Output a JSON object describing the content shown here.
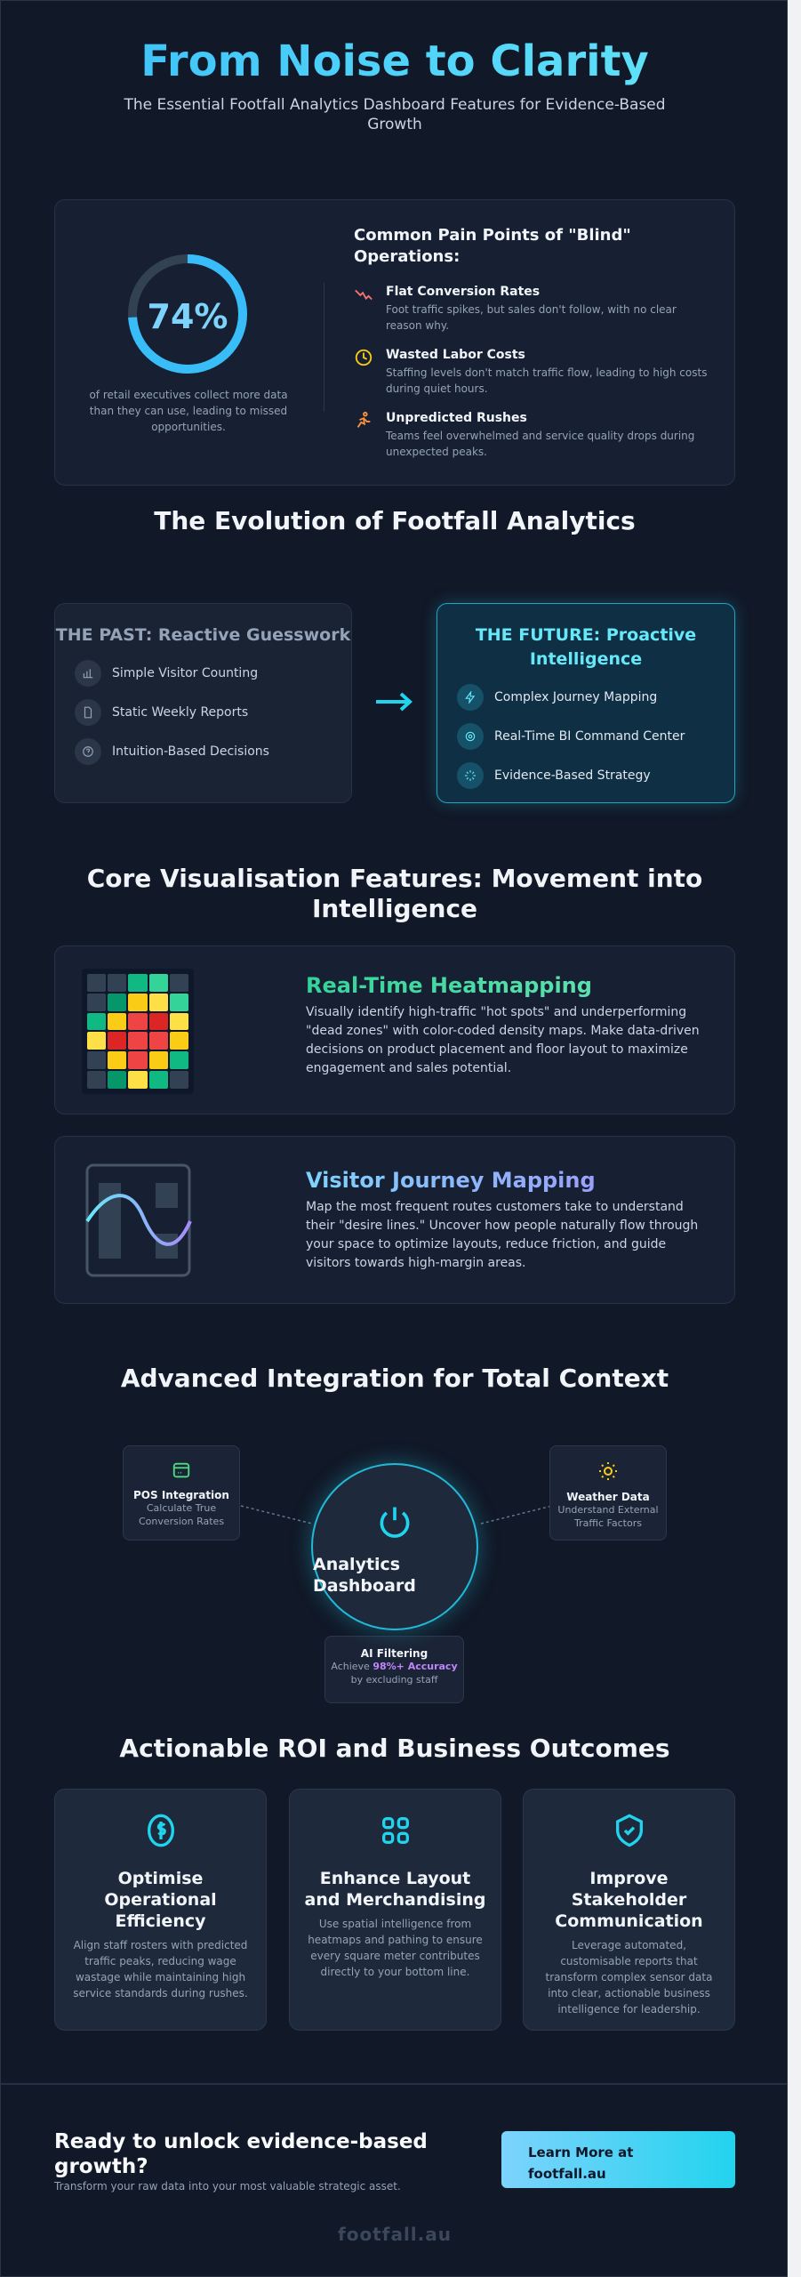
{
  "header": {
    "title": "From Noise to Clarity",
    "subtitle": "The Essential Footfall Analytics Dashboard Features for Evidence-Based Growth"
  },
  "pain": {
    "stat_value": 74,
    "stat_label": "74%",
    "stat_caption": "of retail executives collect more data than they can use, leading to missed opportunities.",
    "heading": "Common Pain Points of \"Blind\" Operations:",
    "items": [
      {
        "icon": "trending-down-icon",
        "color": "#f87171",
        "title": "Flat Conversion Rates",
        "desc": "Foot traffic spikes, but sales don't follow, with no clear reason why."
      },
      {
        "icon": "clock-icon",
        "color": "#facc15",
        "title": "Wasted Labor Costs",
        "desc": "Staffing levels don't match traffic flow, leading to high costs during quiet hours."
      },
      {
        "icon": "running-person-icon",
        "color": "#fb923c",
        "title": "Unpredicted Rushes",
        "desc": "Teams feel overwhelmed and service quality drops during unexpected peaks."
      }
    ]
  },
  "evolution": {
    "title": "The Evolution of Footfall Analytics",
    "past": {
      "title": "THE PAST: Reactive Guesswork",
      "items": [
        "Simple Visitor Counting",
        "Static Weekly Reports",
        "Intuition-Based Decisions"
      ]
    },
    "future": {
      "title": "THE FUTURE: Proactive Intelligence",
      "items": [
        "Complex Journey Mapping",
        "Real-Time BI Command Center",
        "Evidence-Based Strategy"
      ]
    }
  },
  "features": {
    "title": "Core Visualisation Features: Movement into Intelligence",
    "heatmap": {
      "title": "Real-Time Heatmapping",
      "desc": "Visually identify high-traffic \"hot spots\" and underperforming \"dead zones\" with color-coded density maps. Make data-driven decisions on product placement and floor layout to maximize engagement and sales potential.",
      "grid": [
        [
          "#334155",
          "#334155",
          "#10b981",
          "#34d399",
          "#334155"
        ],
        [
          "#334155",
          "#059669",
          "#facc15",
          "#fde047",
          "#34d399"
        ],
        [
          "#10b981",
          "#facc15",
          "#ef4444",
          "#dc2626",
          "#fde047"
        ],
        [
          "#fde047",
          "#dc2626",
          "#ef4444",
          "#ef4444",
          "#facc15"
        ],
        [
          "#334155",
          "#facc15",
          "#ef4444",
          "#facc15",
          "#10b981"
        ],
        [
          "#334155",
          "#059669",
          "#fde047",
          "#10b981",
          "#334155"
        ]
      ]
    },
    "journey": {
      "title": "Visitor Journey Mapping",
      "desc": "Map the most frequent routes customers take to understand their \"desire lines.\" Uncover how people naturally flow through your space to optimize layouts, reduce friction, and guide visitors towards high-margin areas."
    }
  },
  "integration": {
    "title": "Advanced Integration for Total Context",
    "hub": "Analytics Dashboard",
    "pos": {
      "title": "POS Integration",
      "desc": "Calculate True Conversion Rates"
    },
    "weather": {
      "title": "Weather Data",
      "desc": "Understand External Traffic Factors"
    },
    "ai": {
      "title": "AI Filtering",
      "desc_pre": "Achieve ",
      "desc_hl": "98%+ Accuracy",
      "desc_post": "by excluding staff"
    }
  },
  "roi": {
    "title": "Actionable ROI and Business Outcomes",
    "cards": [
      {
        "icon": "dollar-coin-icon",
        "title": "Optimise Operational Efficiency",
        "desc": "Align staff rosters with predicted traffic peaks, reducing wage wastage while maintaining high service standards during rushes."
      },
      {
        "icon": "grid-icon",
        "title": "Enhance Layout and Merchandising",
        "desc": "Use spatial intelligence from heatmaps and pathing to ensure every square meter contributes directly to your bottom line."
      },
      {
        "icon": "shield-check-icon",
        "title": "Improve Stakeholder Communication",
        "desc": "Leverage automated, customisable reports that transform complex sensor data into clear, actionable business intelligence for leadership."
      }
    ]
  },
  "cta": {
    "title": "Ready to unlock evidence-based growth?",
    "subtitle": "Transform your raw data into your most valuable strategic asset.",
    "button": "Learn More at footfall.au"
  },
  "footer": {
    "brand": "footfall.au"
  },
  "colors": {
    "bg": "#111827",
    "accent": "#22d3ee",
    "card": "#172033"
  }
}
